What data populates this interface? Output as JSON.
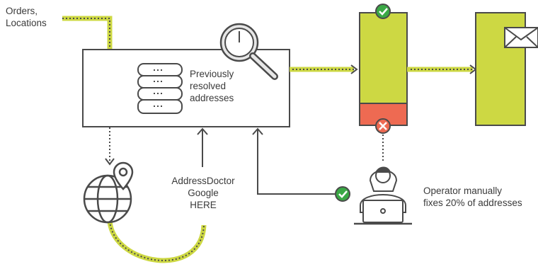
{
  "labels": {
    "orders": [
      "Orders,",
      "Locations"
    ],
    "previously_resolved": [
      "Previously",
      "resolved",
      "addresses"
    ],
    "providers": [
      "AddressDoctor",
      "Google",
      "HERE"
    ],
    "operator": [
      "Operator manually",
      "fixes 20% of addresses"
    ]
  },
  "colors": {
    "accent_green": "#cdd843",
    "stroke_dark": "#4a4a4a",
    "error_red": "#ee6a52",
    "check_green": "#3aa845"
  },
  "icons": [
    "database-icon",
    "magnifier-icon",
    "globe-pin-icon",
    "operator-laptop-icon",
    "envelope-icon",
    "check-icon",
    "cross-icon"
  ]
}
